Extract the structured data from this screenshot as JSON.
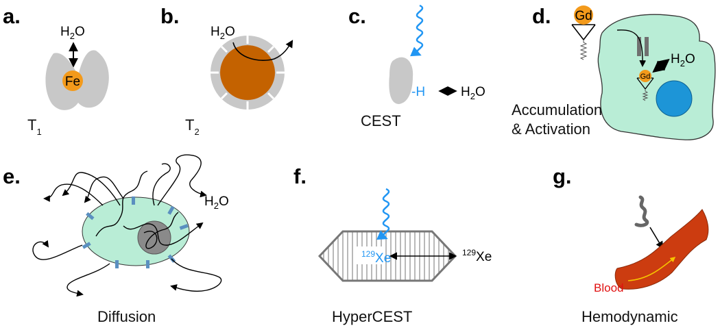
{
  "colors": {
    "gray": "#c8c8c8",
    "orange": "#f39a1b",
    "rust": "#c46200",
    "green": "#b9edd6",
    "blue": "#2196f3",
    "cell_blue": "#1d95d7",
    "blood": "#cc3c10",
    "blood_text": "#e01010"
  },
  "icons": [
    "squiggle-wave-icon",
    "double-arrow-icon",
    "gd-chelate-icon",
    "ion-channel-icon"
  ],
  "panels": {
    "a": {
      "label": "a.",
      "water": "H",
      "water_sub": "2",
      "water_end": "O",
      "atom": "Fe",
      "caption": "T",
      "caption_sub": "1"
    },
    "b": {
      "label": "b.",
      "water": "H",
      "water_sub": "2",
      "water_end": "O",
      "caption": "T",
      "caption_sub": "2"
    },
    "c": {
      "label": "c.",
      "group": "-H",
      "water": "H",
      "water_sub": "2",
      "water_end": "O",
      "caption": "CEST"
    },
    "d": {
      "label": "d.",
      "agent": "Gd",
      "agent_small": "Gd",
      "water": "H",
      "water_sub": "2",
      "water_end": "O",
      "caption_line1": "Accumulation",
      "caption_line2": "& Activation"
    },
    "e": {
      "label": "e.",
      "water": "H",
      "water_sub": "2",
      "water_end": "O",
      "caption": "Diffusion"
    },
    "f": {
      "label": "f.",
      "iso": "129",
      "element": "Xe",
      "iso_out": "129",
      "element_out": "Xe",
      "caption": "HyperCEST"
    },
    "g": {
      "label": "g.",
      "blood": "Blood",
      "caption": "Hemodynamic"
    }
  }
}
